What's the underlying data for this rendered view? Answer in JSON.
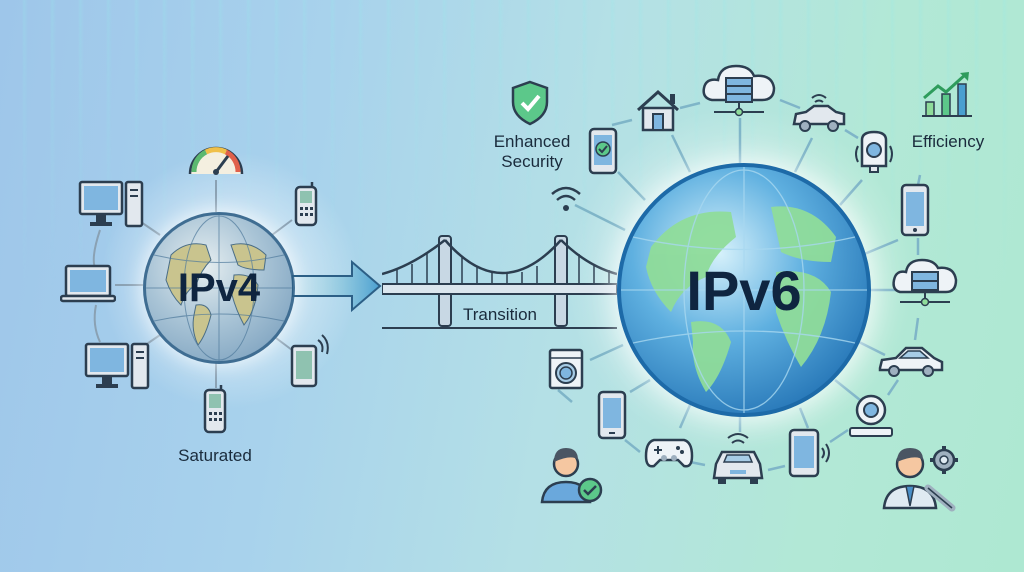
{
  "diagram": {
    "left": {
      "globe_label": "IPv4",
      "status_caption": "Saturated",
      "nodes": [
        "speedometer",
        "desktop-computer",
        "mobile-phone",
        "laptop",
        "desktop-computer",
        "mobile-phone",
        "smartphone-wireless"
      ]
    },
    "middle": {
      "bridge_label": "Transition"
    },
    "right": {
      "globe_label": "IPv6",
      "security_caption": "Enhanced\nSecurity",
      "efficiency_caption": "Efficiency",
      "nodes": [
        "smartphone-check",
        "home",
        "cloud-server",
        "connected-car",
        "smart-doorbell",
        "tablet",
        "wifi",
        "cloud-server",
        "car",
        "washing-machine",
        "smartphone",
        "game-controller",
        "connected-car",
        "smartphone",
        "security-camera",
        "user-verified",
        "admin-user"
      ]
    },
    "colors": {
      "bg_left": "#9ec6ea",
      "bg_right": "#aee8d2",
      "ipv4_globe": "#6f97b8",
      "ipv6_globe": "#1f6fb2",
      "land_ipv4": "#c9c48e",
      "land_ipv6": "#8fdc9a",
      "outline": "#2c3e50",
      "check_green": "#4cbb6c"
    }
  }
}
